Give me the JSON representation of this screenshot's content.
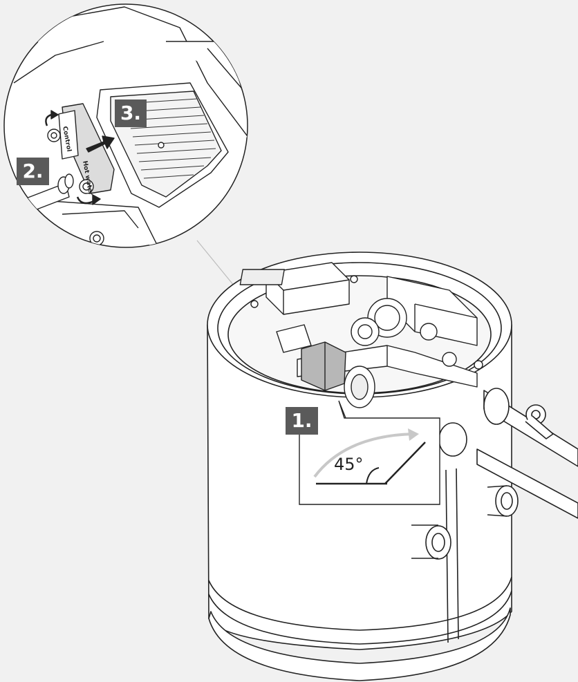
{
  "steps": {
    "step1": "1.",
    "step2": "2.",
    "step3": "3."
  },
  "angle_label": "45°",
  "connector_labels": {
    "control": "Control",
    "hot_water": "Hot water"
  },
  "colors": {
    "background": "#f1f1f1",
    "line": "#222222",
    "badge": "#5a5a5a",
    "badge_text": "#ffffff",
    "highlight_gray": "#b7b7b7",
    "arc_gray": "#c8c8c8"
  }
}
